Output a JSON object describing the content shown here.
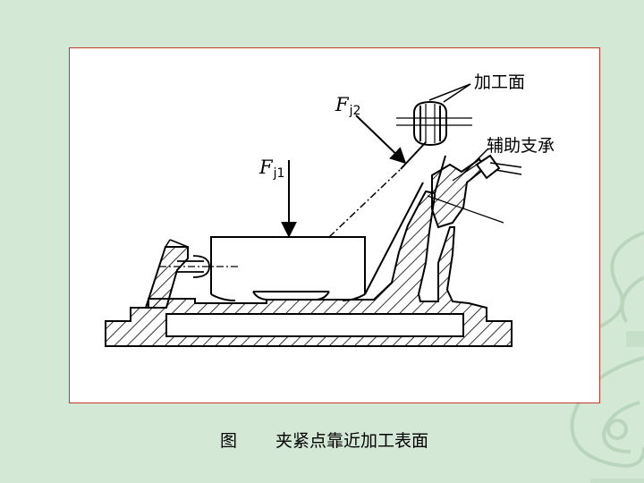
{
  "figure": {
    "labels": {
      "machined_surface": "加工面",
      "aux_support": "辅助支承",
      "force_1_symbol": "F",
      "force_1_sub": "j1",
      "force_2_symbol": "F",
      "force_2_sub": "j2"
    }
  },
  "caption": {
    "label": "图",
    "text": "夹紧点靠近加工表面"
  },
  "colors": {
    "background": "#d4e8d6",
    "frame_border": "#c0392b",
    "line": "#000000"
  }
}
